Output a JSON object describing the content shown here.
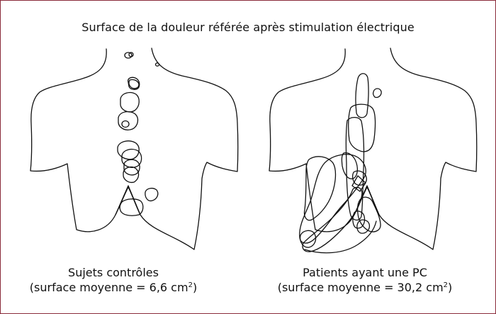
{
  "title": "Surface de la douleur référée après stimulation électrique",
  "panels": [
    {
      "label": "Sujets contrôles",
      "detail_prefix": "(surface moyenne = 6,6 cm",
      "detail_sup": "2",
      "detail_suffix": ")"
    },
    {
      "label": "Patients ayant une PC",
      "detail_prefix": "(surface moyenne = 30,2 cm",
      "detail_sup": "2",
      "detail_suffix": ")"
    }
  ],
  "colors": {
    "border": "#8a2a3a",
    "line": "#111111"
  }
}
